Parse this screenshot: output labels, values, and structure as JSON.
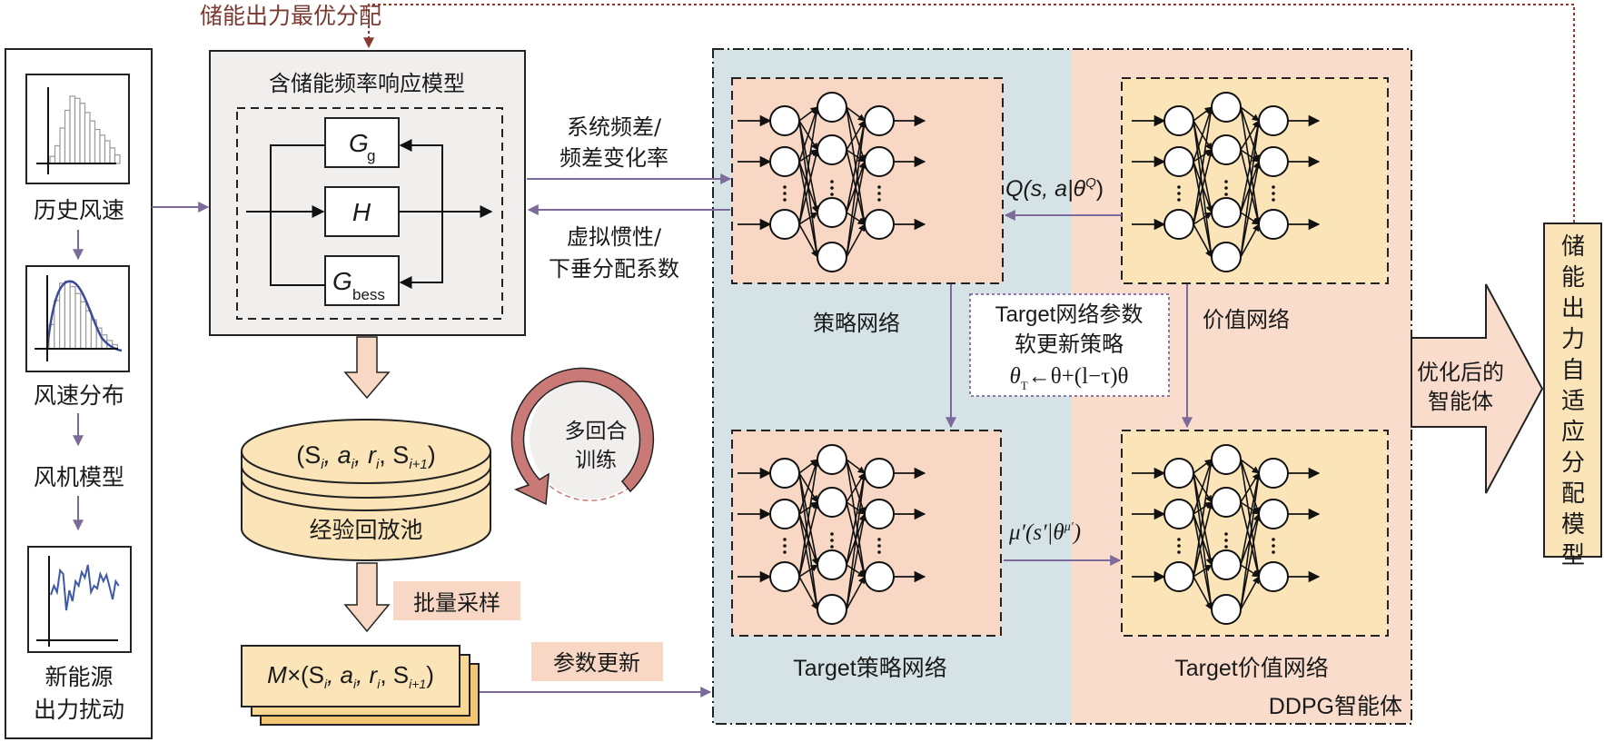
{
  "top_feedback_label": "储能出力最优分配",
  "left_panel": {
    "historical_wind": "历史风速",
    "wind_distribution": "风速分布",
    "turbine_model": "风机模型",
    "renewable_disturbance_line1": "新能源",
    "renewable_disturbance_line2": "出力扰动"
  },
  "freq_model": {
    "title": "含储能频率响应模型",
    "blocks": {
      "gg": "G",
      "gg_sub": "g",
      "h": "H",
      "gbess": "G",
      "gbess_sub": "bess"
    }
  },
  "links": {
    "state_line1": "系统频差/",
    "state_line2": "频差变化率",
    "action_line1": "虚拟惯性/",
    "action_line2": "下垂分配系数",
    "q_value": "Q(s, a|θ",
    "q_value_sup": "Q",
    "q_value_close": ")",
    "mu_prime": "μ′(s′|θ",
    "mu_prime_sup": "μ′",
    "mu_prime_close": ")",
    "param_update": "参数更新",
    "batch_sample": "批量采样"
  },
  "replay": {
    "tuple": "(S",
    "tuple_full": [
      "(S",
      "i",
      ", a",
      "i",
      ", r",
      "i",
      ", S",
      "i+1",
      ")"
    ],
    "label": "经验回放池",
    "batch_prefix": "M×",
    "batch_tuple": [
      "(S",
      "i",
      ", a",
      "i",
      ", r",
      "i",
      ", S",
      "i+1",
      ")"
    ]
  },
  "training_loop": {
    "line1": "多回合",
    "line2": "训练"
  },
  "ddpg": {
    "label": "DDPG智能体",
    "policy_net": "策略网络",
    "value_net": "价值网络",
    "target_policy_net": "Target策略网络",
    "target_value_net": "Target价值网络",
    "soft_update_line1": "Target网络参数",
    "soft_update_line2": "软更新策略",
    "soft_update_formula": "θ",
    "soft_update_formula_sub": "T",
    "soft_update_formula_rest": "←θ+(l−τ)θ"
  },
  "output_arrow": {
    "line1": "优化后的",
    "line2": "智能体"
  },
  "adaptive_model": {
    "label": "储能出力自适应分配模型"
  },
  "colors": {
    "purple_arrow": "#7b6a9a",
    "feedback_red": "#8b3a32",
    "ddpg_blue": "#d5e3e6",
    "ddpg_peach": "#f9dccb",
    "net_peach": "#f8d8c4",
    "net_yellow": "#fbe5b8",
    "freq_gray": "#f1efee",
    "loop_red": "#c97a76"
  }
}
